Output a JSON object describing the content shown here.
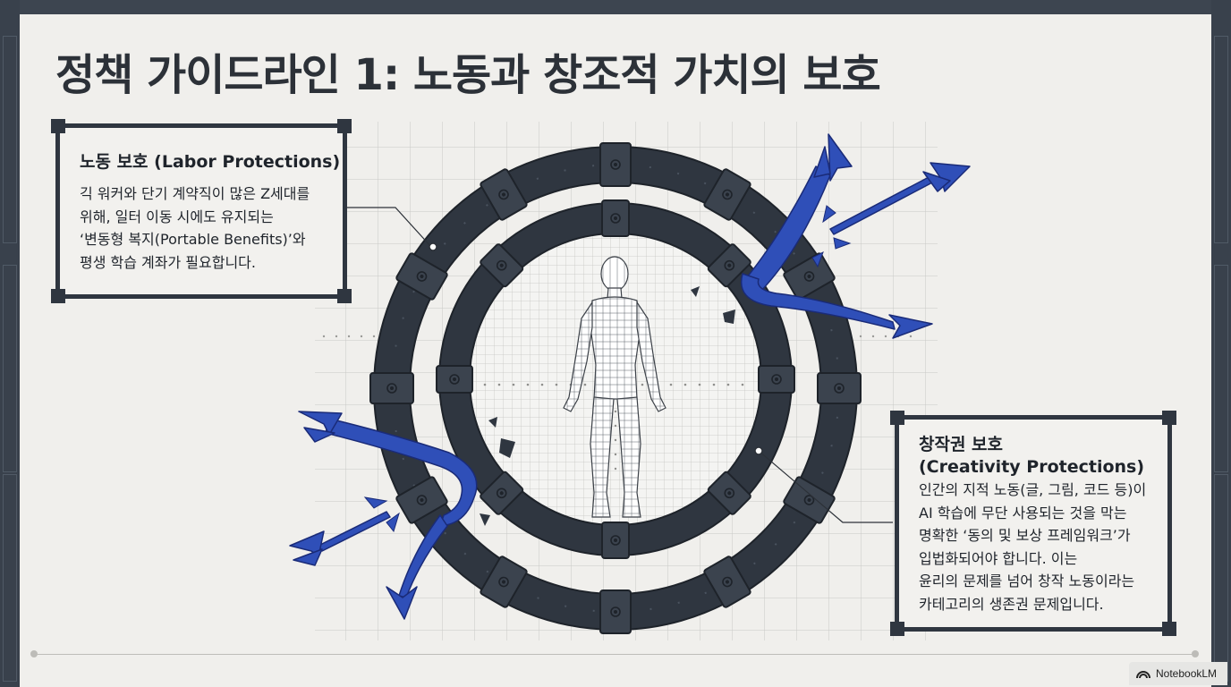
{
  "title": "정책 가이드라인 1: 노동과 창조적 가치의 보호",
  "labor": {
    "heading": "노동 보호 (Labor Protections)",
    "lines": [
      "긱 워커와 단기 계약직이 많은 Z세대를",
      "위해, 일터 이동 시에도 유지되는",
      "‘변동형 복지(Portable Benefits)’와",
      "평생 학습 계좌가 필요합니다."
    ]
  },
  "creativity": {
    "heading_line1": "창작권 보호",
    "heading_line2": "(Creativity Protections)",
    "lines": [
      "인간의 지적 노동(글, 그림, 코드 등)이",
      "AI 학습에 무단 사용되는 것을 막는",
      "명확한 ‘동의 및 보상 프레임워크’가",
      "입법화되어야 합니다. 이는",
      "윤리의 문제를 넘어 창작 노동이라는",
      "카테고리의 생존권 문제입니다."
    ]
  },
  "badge": {
    "label": "NotebookLM",
    "icon": "notebooklm-icon"
  },
  "colors": {
    "arrow": "#2f4fb8",
    "ring": "#2f3640",
    "background": "#f0efec"
  }
}
